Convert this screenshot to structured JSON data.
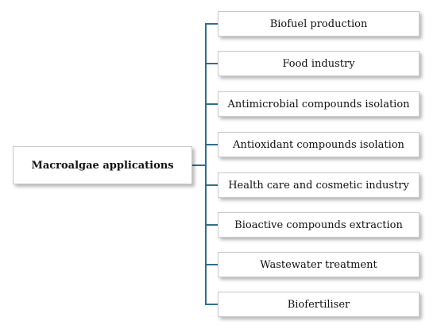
{
  "root": {
    "label": "Macroalgae applications"
  },
  "branches": [
    {
      "label": "Biofuel production"
    },
    {
      "label": "Food industry"
    },
    {
      "label": "Antimicrobial compounds isolation"
    },
    {
      "label": "Antioxidant compounds isolation"
    },
    {
      "label": "Health care and cosmetic industry"
    },
    {
      "label": "Bioactive compounds extraction"
    },
    {
      "label": "Wastewater treatment"
    },
    {
      "label": "Biofertiliser"
    }
  ],
  "colors": {
    "connector": "#2e6f8e",
    "box_border": "#c9c9c9",
    "text": "#111111"
  }
}
